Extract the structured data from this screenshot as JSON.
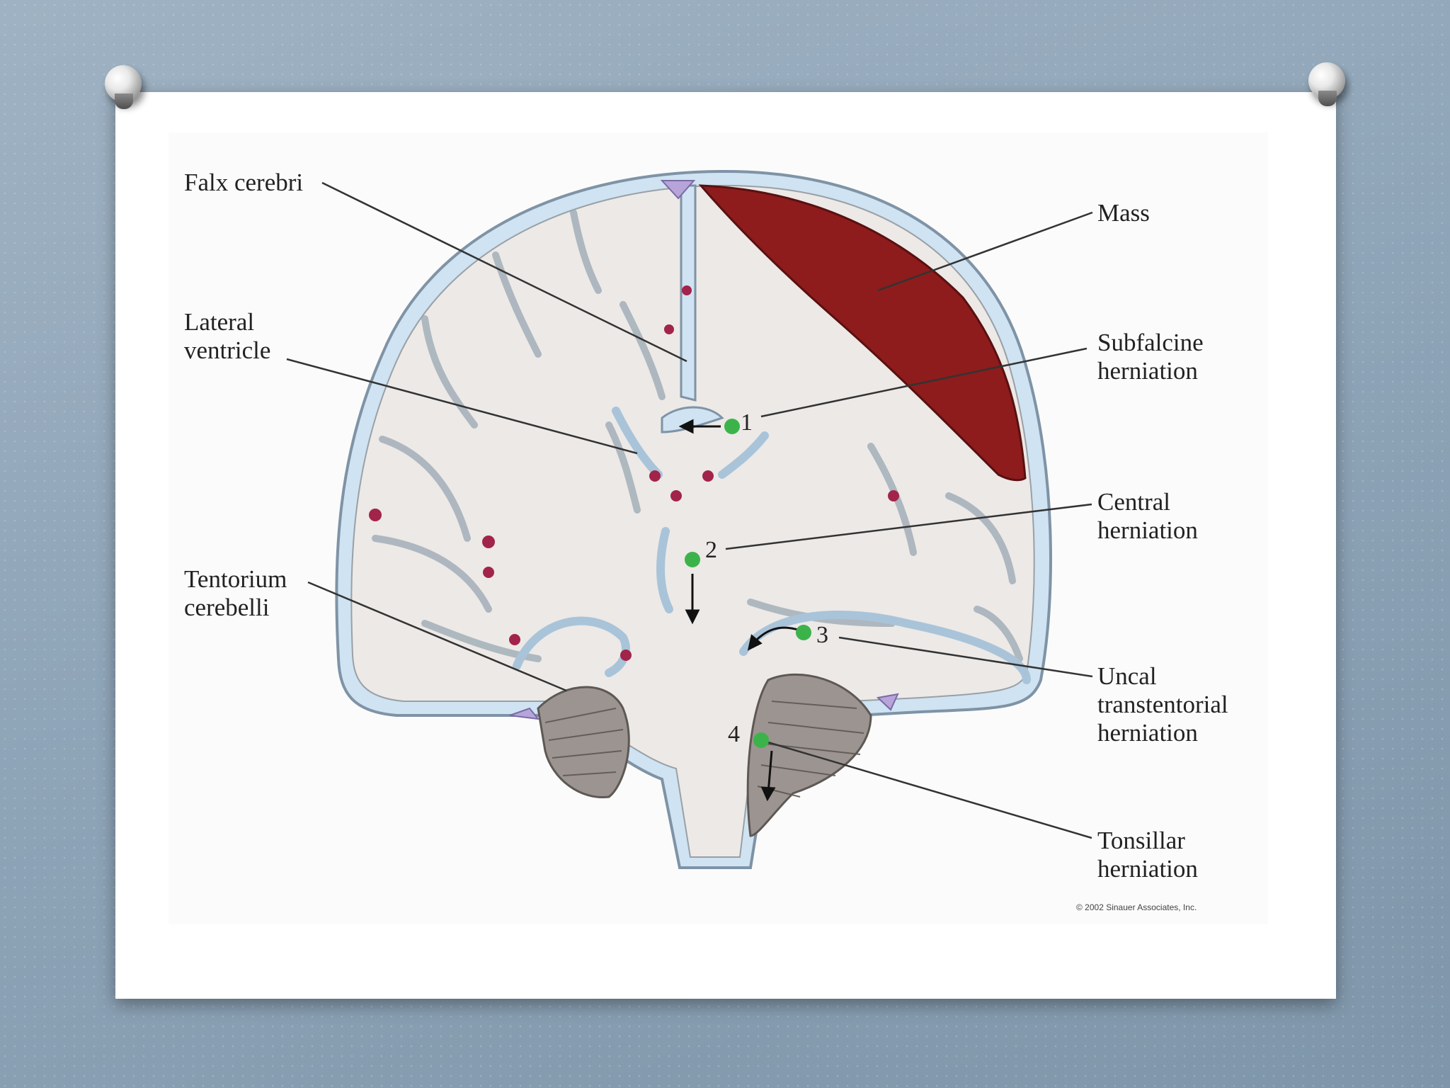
{
  "labels": {
    "falx_cerebri": "Falx cerebri",
    "lateral_ventricle_1": "Lateral",
    "lateral_ventricle_2": "ventricle",
    "tentorium_1": "Tentorium",
    "tentorium_2": "cerebelli",
    "mass": "Mass",
    "subfalcine_1": "Subfalcine",
    "subfalcine_2": "herniation",
    "central_1": "Central",
    "central_2": "herniation",
    "uncal_1": "Uncal",
    "uncal_2": "transtentorial",
    "uncal_3": "herniation",
    "tonsillar_1": "Tonsillar",
    "tonsillar_2": "herniation"
  },
  "markers": [
    "1",
    "2",
    "3",
    "4"
  ],
  "copyright": "© 2002 Sinauer Associates, Inc.",
  "colors": {
    "mass": "#8e1c1c",
    "brain": "#ece9e7",
    "csf": "#cfe3f2",
    "marker": "#3cb34a",
    "dura": "#b7a4d9"
  }
}
